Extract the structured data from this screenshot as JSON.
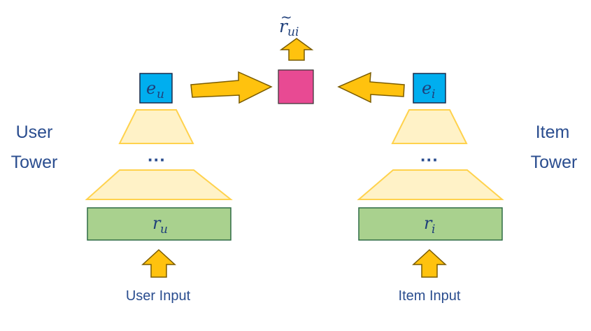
{
  "colors": {
    "output_node": "#e84a93",
    "embedding_node": "#00aeef",
    "input_layer": "#a9d18e",
    "input_layer_stroke": "#2f6b45",
    "layer_fill": "#fff2c7",
    "layer_stroke": "#ffd24d",
    "arrow_fill": "#ffc20e",
    "arrow_stroke": "#7a5b00",
    "text": "#2a4d8f"
  },
  "output": {
    "score_base": "r",
    "score_tilde": "~",
    "score_sub": "ui"
  },
  "user_tower": {
    "title_line1": "User",
    "title_line2": "Tower",
    "embedding_base": "e",
    "embedding_sub": "u",
    "dots": "···",
    "input_base": "r",
    "input_sub": "u",
    "input_label": "User Input"
  },
  "item_tower": {
    "title_line1": "Item",
    "title_line2": "Tower",
    "embedding_base": "e",
    "embedding_sub": "i",
    "dots": "···",
    "input_base": "r",
    "input_sub": "i",
    "input_label": "Item Input"
  }
}
